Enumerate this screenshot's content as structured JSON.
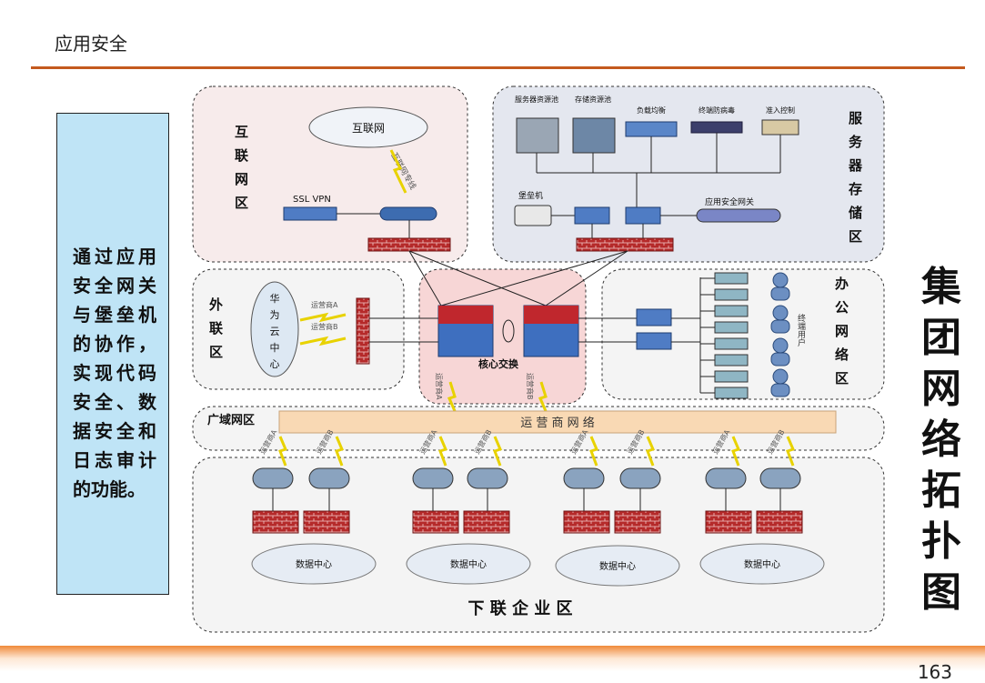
{
  "page": {
    "title": "应用安全",
    "number": "163"
  },
  "side_note": "通过应用安全网关与堡垒机的协作，实现代码安全、数据安全和日志审计的功能。",
  "big_title_chars": [
    "集",
    "团",
    "网",
    "络",
    "拓",
    "扑",
    "图"
  ],
  "zones": {
    "internet": {
      "label_chars": [
        "互",
        "联",
        "网",
        "区"
      ],
      "cloud": "互联网",
      "ssl_vpn": "SSL VPN",
      "link": "互联网专线"
    },
    "server": {
      "label_chars": [
        "服",
        "务",
        "器",
        "存",
        "储",
        "区"
      ],
      "devices": [
        "服务器资源池",
        "存储资源池",
        "负载均衡",
        "终端防病毒",
        "准入控制"
      ],
      "bastion": "堡垒机",
      "app_gateway": "应用安全网关"
    },
    "extranet": {
      "label_chars": [
        "外",
        "联",
        "区"
      ],
      "cloud_chars": [
        "华",
        "为",
        "云",
        "中",
        "心"
      ],
      "carrier_a": "运营商A",
      "carrier_b": "运营商B"
    },
    "core": {
      "label": "核心交换",
      "uplink_a": "运营商A",
      "uplink_b": "运营商B"
    },
    "office": {
      "label_chars": [
        "办",
        "公",
        "网",
        "络",
        "区"
      ],
      "users_label": "终端用户"
    },
    "wan": {
      "label": "广域网区",
      "bar": "运 营 商 网 络"
    },
    "downlink": {
      "label": "下 联 企 业 区",
      "datacenter": "数据中心",
      "carrier_a": "运营商A",
      "carrier_b": "运营商B"
    }
  },
  "colors": {
    "accent": "#c45a1e",
    "side_bg": "#bfe4f6",
    "firewall": "#b52a2a",
    "wan_bar": "#f9d9b4"
  }
}
